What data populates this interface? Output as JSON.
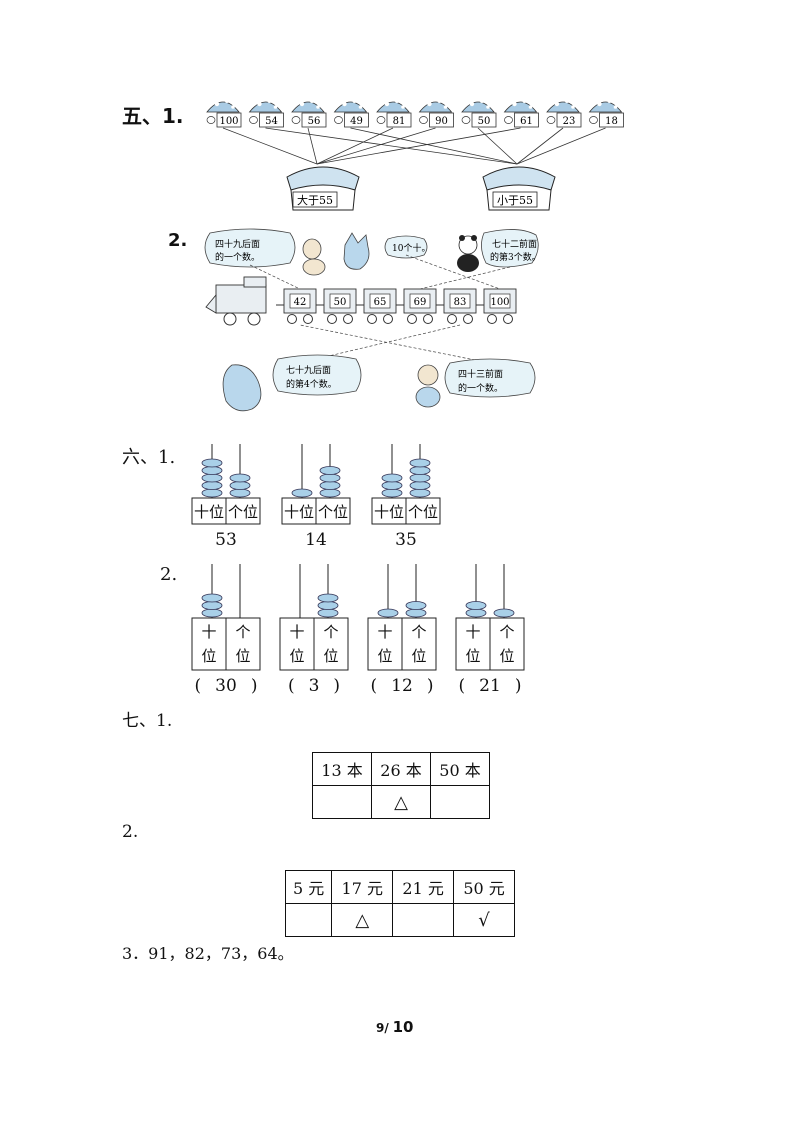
{
  "section5": {
    "label": "五、1.",
    "mushrooms": [
      "100",
      "54",
      "56",
      "49",
      "81",
      "90",
      "50",
      "61",
      "23",
      "18"
    ],
    "baskets": [
      "大于55",
      "小于55"
    ],
    "q2_label": "2.",
    "bubbles": [
      "四十九后面的一个数。",
      "10个十。",
      "七十二前面的第3个数。",
      "七十九后面的第4个数。",
      "四十三前面的一个数。"
    ],
    "train_cars": [
      "42",
      "50",
      "65",
      "69",
      "83",
      "100"
    ]
  },
  "section6": {
    "label": "六、1.",
    "q1": [
      {
        "caption": "53",
        "tens": 5,
        "ones": 3,
        "labels": [
          "十位",
          "个位"
        ]
      },
      {
        "caption": "14",
        "tens": 1,
        "ones": 4,
        "labels": [
          "十位",
          "个位"
        ]
      },
      {
        "caption": "35",
        "tens": 3,
        "ones": 5,
        "labels": [
          "十位",
          "个位"
        ]
      }
    ],
    "q2_label": "2.",
    "q2": [
      {
        "caption": "30",
        "tens": 3,
        "ones": 0,
        "labels": [
          "十",
          "位",
          "个",
          "位"
        ]
      },
      {
        "caption": "3",
        "tens": 0,
        "ones": 3,
        "labels": [
          "十",
          "位",
          "个",
          "位"
        ]
      },
      {
        "caption": "12",
        "tens": 1,
        "ones": 2,
        "labels": [
          "十",
          "位",
          "个",
          "位"
        ]
      },
      {
        "caption": "21",
        "tens": 2,
        "ones": 1,
        "labels": [
          "十",
          "位",
          "个",
          "位"
        ]
      }
    ],
    "paren_open": "(",
    "paren_close": ")"
  },
  "section7": {
    "label": "七、1.",
    "table1": {
      "headers": [
        "13 本",
        "26 本",
        "50 本"
      ],
      "marks": [
        "",
        "△",
        ""
      ]
    },
    "q2_label": "2.",
    "table2": {
      "headers": [
        "5 元",
        "17 元",
        "21 元",
        "50 元"
      ],
      "marks": [
        "",
        "△",
        "",
        "√"
      ]
    },
    "q3": "3．91，82，73，64。"
  },
  "page": {
    "current": "9",
    "separator": "/",
    "total": "10"
  }
}
